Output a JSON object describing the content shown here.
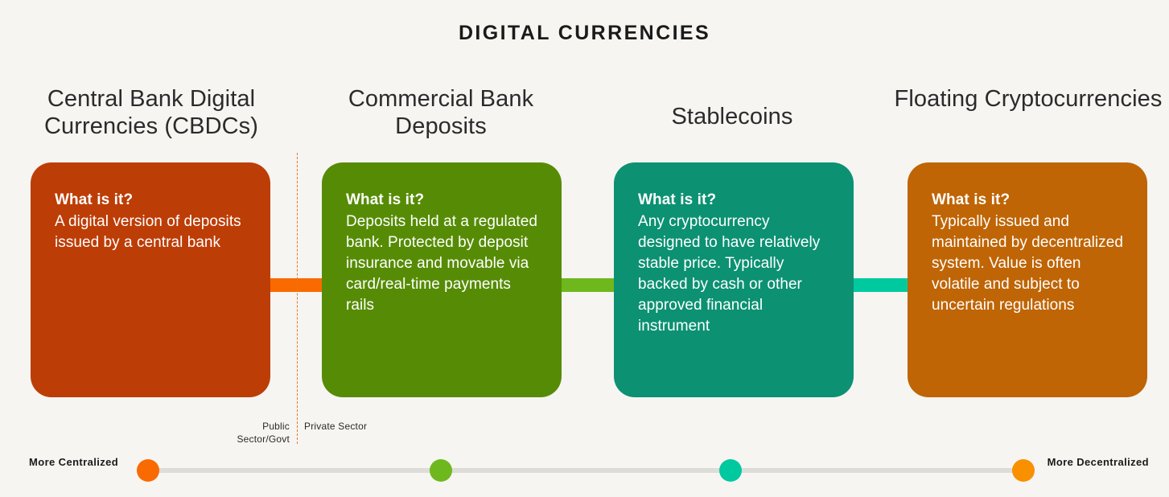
{
  "title": "DIGITAL CURRENCIES",
  "columns": [
    {
      "heading": "Central Bank Digital Currencies (CBDCs)",
      "question": "What is it?",
      "description": "A digital version of deposits issued by a central bank",
      "card_color": "#bd3d06",
      "dot_color": "#f96a00"
    },
    {
      "heading": "Commercial Bank Deposits",
      "question": "What is it?",
      "description": "Deposits held at a regulated bank. Protected by deposit insurance and movable via card/real-time payments rails",
      "card_color": "#568c05",
      "dot_color": "#6eb81e"
    },
    {
      "heading": "Stablecoins",
      "question": "What is it?",
      "description": "Any cryptocurrency designed to have relatively stable price. Typically backed by cash or other approved financial instrument",
      "card_color": "#0c9172",
      "dot_color": "#00c9a0"
    },
    {
      "heading": "Floating Cryptocurrencies",
      "question": "What is it?",
      "description": "Typically issued and maintained by decentralized system. Value is often volatile and subject to uncertain regulations",
      "card_color": "#bf6505",
      "dot_color": "#f99000"
    }
  ],
  "connectors": [
    {
      "color": "#f96a00"
    },
    {
      "color": "#6eb81e"
    },
    {
      "color": "#00c9a0"
    }
  ],
  "sector_divider": {
    "left_label": "Public Sector/Govt",
    "right_label": "Private Sector",
    "line_color": "#e07b2a"
  },
  "scale": {
    "left_label": "More Centralized",
    "right_label": "More Decentralized",
    "track_color": "#dcdcd8"
  },
  "background_color": "#f6f5f2"
}
